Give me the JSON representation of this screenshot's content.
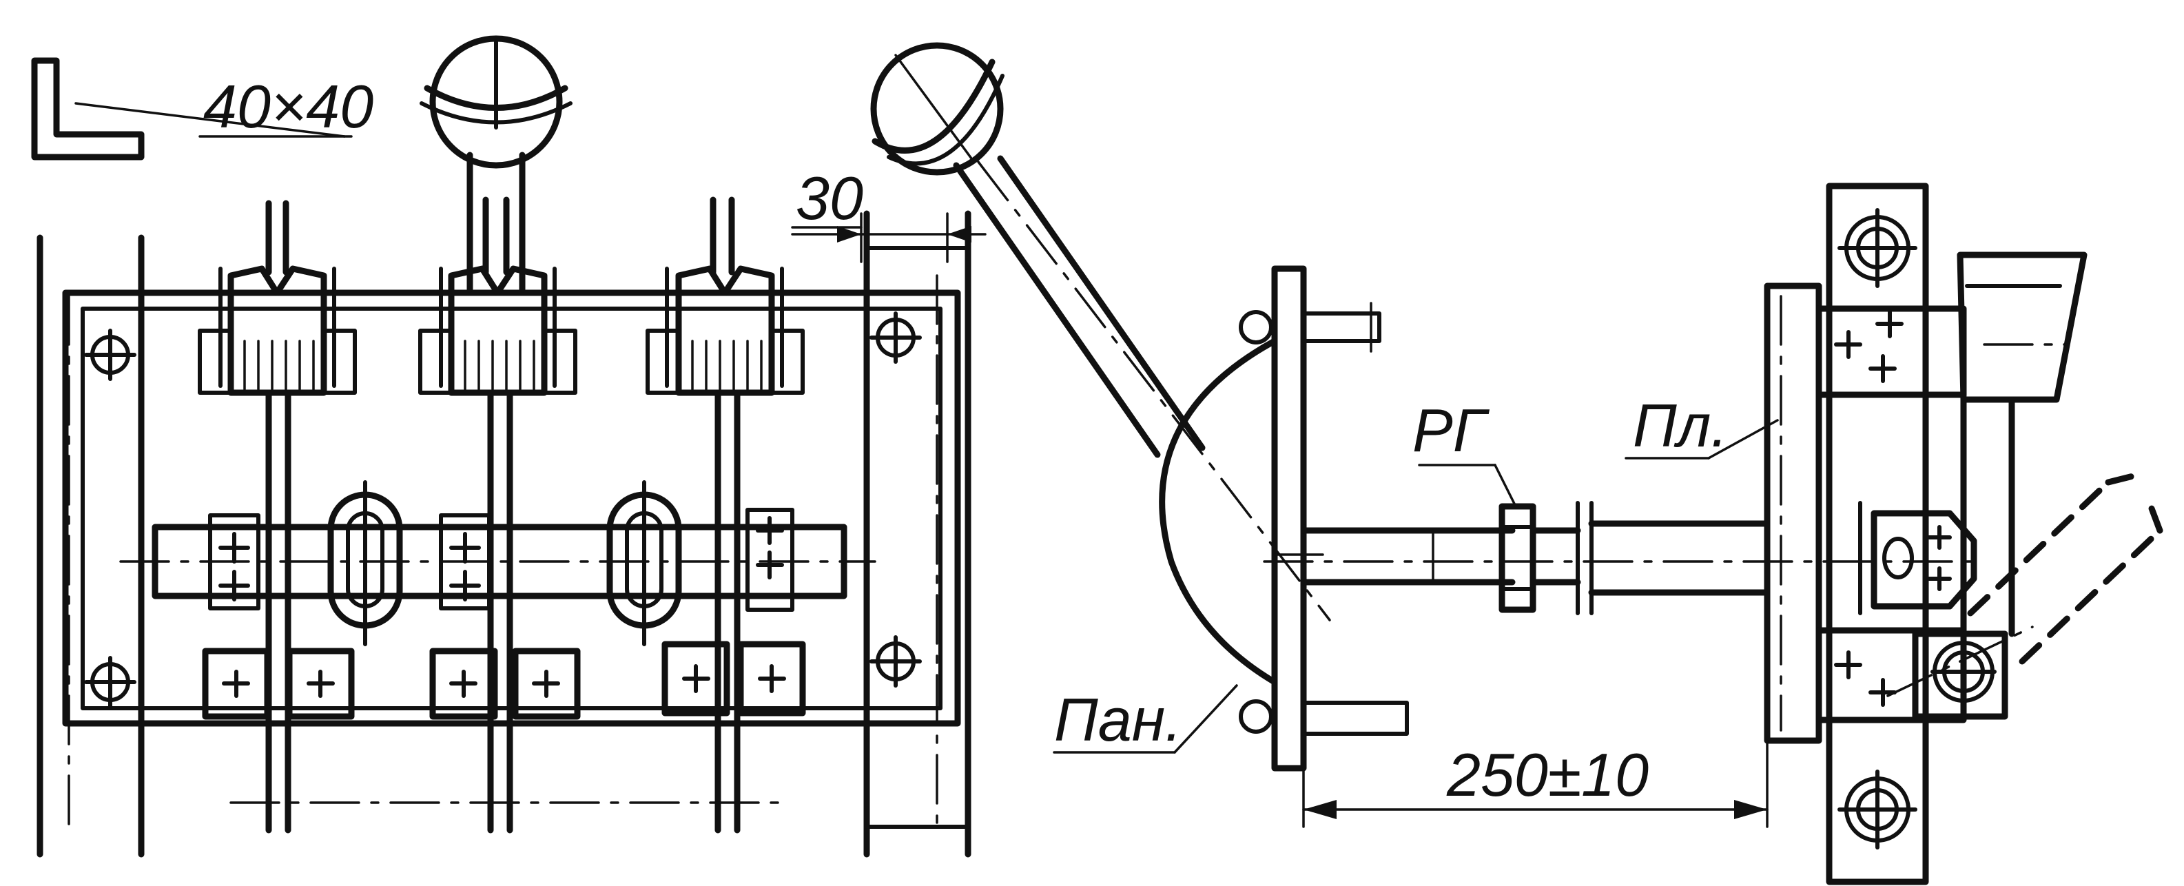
{
  "labels": {
    "angle_size": "40×40",
    "offset": "30",
    "nut": "РГ",
    "plate": "Пл.",
    "panel": "Пан.",
    "distance": "250±10"
  },
  "colors": {
    "ink": "#111111",
    "paper": "#ffffff"
  }
}
